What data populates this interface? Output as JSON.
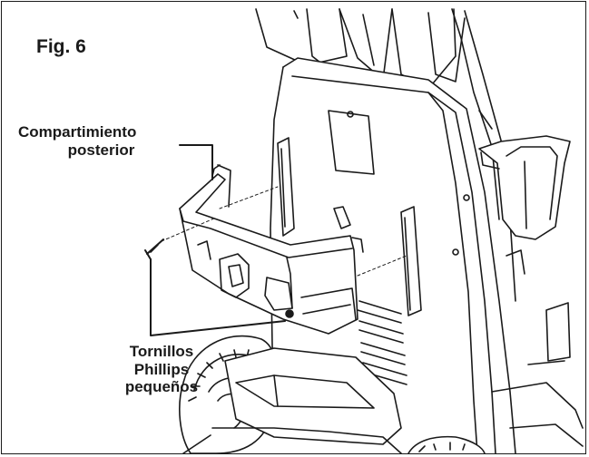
{
  "figure": {
    "title": "Fig. 6",
    "callouts": {
      "rear_compartment": {
        "line1": "Compartimiento",
        "line2": "posterior"
      },
      "screws": {
        "line1": "Tornillos",
        "line2": "Phillips",
        "line3": "pequeños"
      }
    }
  },
  "colors": {
    "ink": "#1a1a1a",
    "background": "#ffffff",
    "shade": "#d9d9d9"
  }
}
